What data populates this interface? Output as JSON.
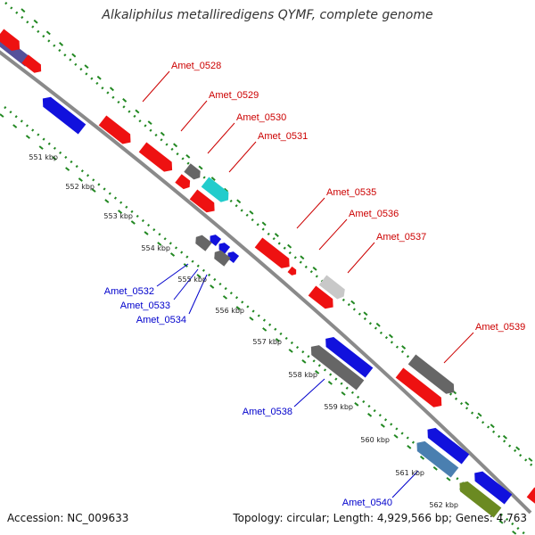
{
  "title": "Alkaliphilus metalliredigens QYMF, complete genome",
  "accession": "Accession: NC_009633",
  "topology": "Topology: circular; Length: 4,929,566 bp; Genes: 4,763",
  "colors": {
    "backbone": "#8a8a8a",
    "forward_label": "#cc0000",
    "reverse_label": "#0000cc",
    "ticks": "#228822",
    "tick_label": "#222222"
  },
  "kbp_ticks": [
    {
      "label": "551 kbp"
    },
    {
      "label": "552 kbp"
    },
    {
      "label": "553 kbp"
    },
    {
      "label": "554 kbp"
    },
    {
      "label": "555 kbp"
    },
    {
      "label": "556 kbp"
    },
    {
      "label": "557 kbp"
    },
    {
      "label": "558 kbp"
    },
    {
      "label": "559 kbp"
    },
    {
      "label": "560 kbp"
    },
    {
      "label": "561 kbp"
    },
    {
      "label": "562 kbp"
    }
  ],
  "gene_labels": {
    "forward": [
      "Amet_0528",
      "Amet_0529",
      "Amet_0530",
      "Amet_0531",
      "Amet_0535",
      "Amet_0536",
      "Amet_0537",
      "Amet_0539"
    ],
    "reverse": [
      "Amet_0532",
      "Amet_0533",
      "Amet_0534",
      "Amet_0538",
      "Amet_0540"
    ]
  },
  "gene_colors": {
    "red": "#ee1111",
    "blue": "#1111dd",
    "gray": "#666666",
    "light_gray": "#c8c8c8",
    "cyan": "#22cccc",
    "purple": "#55509a",
    "steel_blue": "#4a7fb0",
    "olive": "#6b8a22"
  }
}
